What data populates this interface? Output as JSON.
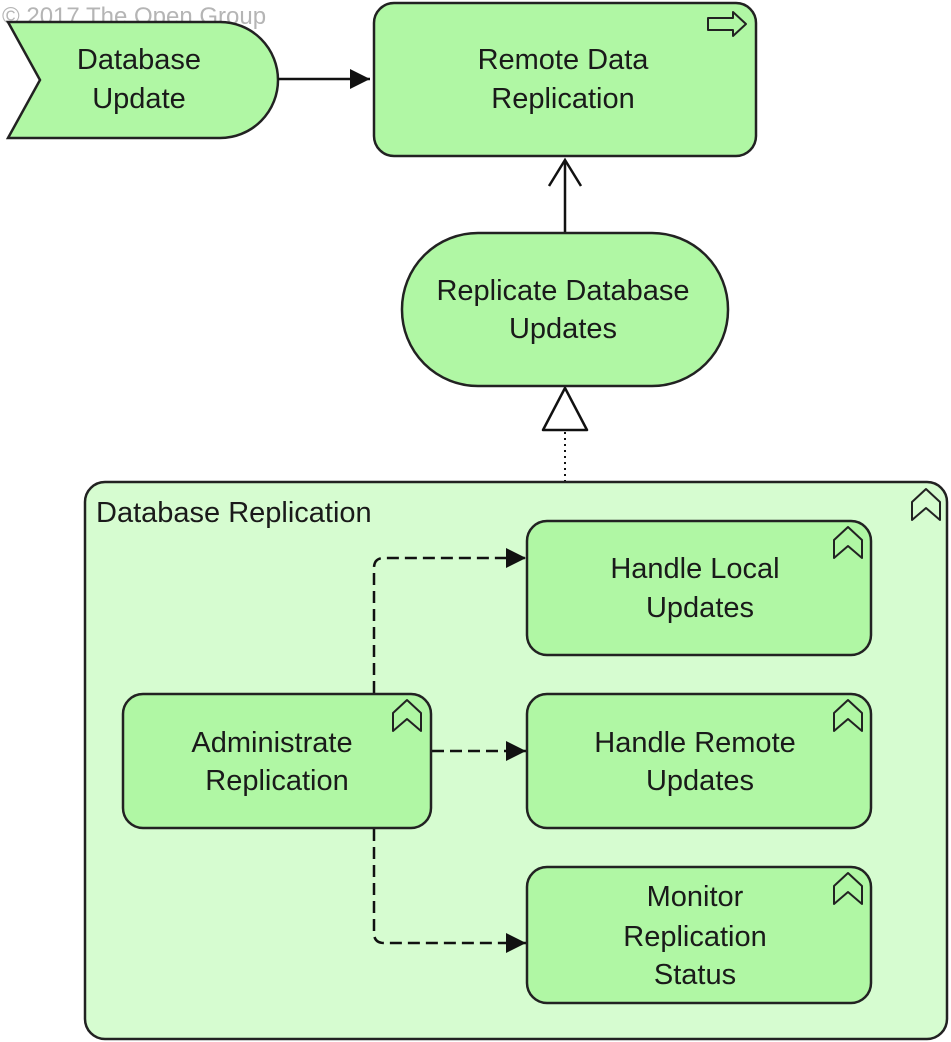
{
  "copyright": "© 2017 The Open Group",
  "event": {
    "line1": "Database",
    "line2": "Update"
  },
  "remote_service": {
    "line1": "Remote Data",
    "line2": "Replication"
  },
  "replicate_service": {
    "line1": "Replicate Database",
    "line2": "Updates"
  },
  "group": {
    "title": "Database Replication",
    "administrate": {
      "line1": "Administrate",
      "line2": "Replication"
    },
    "local": {
      "line1": "Handle Local",
      "line2": "Updates"
    },
    "remote": {
      "line1": "Handle Remote",
      "line2": "Updates"
    },
    "monitor": {
      "line1": "Monitor",
      "line2": "Replication",
      "line3": "Status"
    }
  },
  "icons": {
    "service": "right-arrow-icon",
    "function": "chevron-up-icon"
  },
  "colors": {
    "element_fill": "#b0f7a4",
    "group_fill": "#d6fcd0",
    "stroke": "#222222"
  }
}
